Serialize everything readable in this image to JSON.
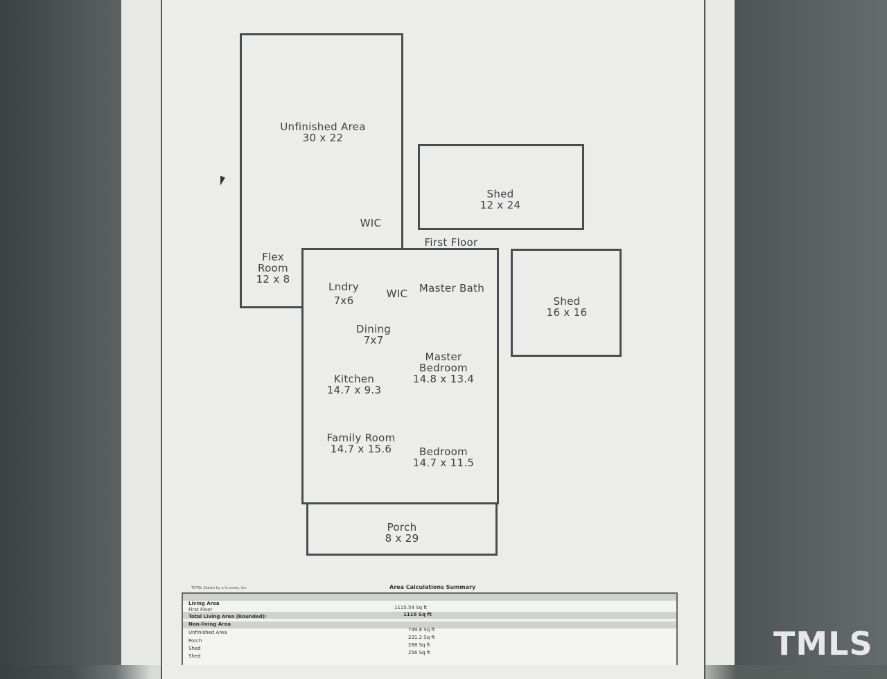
{
  "floor_label": "First Floor",
  "rooms": {
    "unfinished": {
      "name": "Unfinished Area",
      "dims": "30 x 22"
    },
    "wic_upper": {
      "name": "WIC"
    },
    "flex": {
      "name1": "Flex",
      "name2": "Room",
      "dims": "12 x 8"
    },
    "shed_top": {
      "name": "Shed",
      "dims": "12 x 24"
    },
    "shed_right": {
      "name": "Shed",
      "dims": "16 x 16"
    },
    "lndry": {
      "name": "Lndry",
      "dims": "7x6"
    },
    "wic_lower": {
      "name": "WIC"
    },
    "master_bath": {
      "name": "Master Bath"
    },
    "dining": {
      "name": "Dining",
      "dims": "7x7"
    },
    "master_bedroom": {
      "name1": "Master",
      "name2": "Bedroom",
      "dims": "14.8 x 13.4"
    },
    "kitchen": {
      "name": "Kitchen",
      "dims": "14.7 x 9.3"
    },
    "family_room": {
      "name": "Family Room",
      "dims": "14.7 x 15.6"
    },
    "bedroom": {
      "name": "Bedroom",
      "dims": "14.7 x 11.5"
    },
    "porch": {
      "name": "Porch",
      "dims": "8 x 29"
    }
  },
  "summary": {
    "credit": "TOTAL Sketch by a la mode, inc.",
    "title": "Area Calculations Summary",
    "living_area": "Living Area",
    "first_floor": "First Floor",
    "first_floor_val": "1115.54 Sq ft",
    "total_living": "Total Living Area (Rounded):",
    "total_living_val": "1116 Sq ft",
    "non_living": "Non-living Area",
    "unfinished": "Unfinished Area",
    "unfinished_val": "749.8 Sq ft",
    "porch": "Porch",
    "porch_val": "231.2 Sq ft",
    "shed1": "Shed",
    "shed1_val": "288 Sq ft",
    "shed2": "Shed",
    "shed2_val": "256 Sq ft"
  },
  "watermark": "TMLS"
}
